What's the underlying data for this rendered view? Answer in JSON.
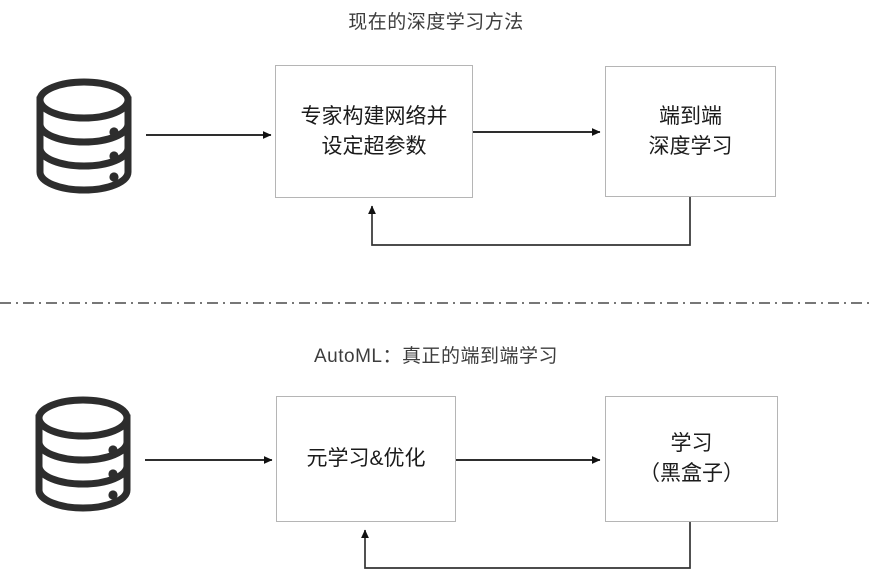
{
  "diagram": {
    "type": "flowchart",
    "background_color": "#ffffff",
    "line_color": "#1b1b1b",
    "box_border_color": "#b5b5b5",
    "title_color": "#3d3d3d",
    "divider": {
      "style": "dash-dot",
      "name": "section-divider"
    },
    "sections": [
      {
        "id": "current",
        "title": "现在的深度学习方法",
        "data_source": {
          "icon": "database-icon",
          "tiers": 3
        },
        "nodes": [
          {
            "id": "expert",
            "label": "专家构建网络并\n设定超参数"
          },
          {
            "id": "e2e",
            "label": "端到端\n深度学习"
          }
        ],
        "edges": [
          {
            "from": "database",
            "to": "expert",
            "kind": "arrow"
          },
          {
            "from": "expert",
            "to": "e2e",
            "kind": "arrow"
          },
          {
            "from": "e2e",
            "to": "expert",
            "kind": "feedback-arrow"
          }
        ]
      },
      {
        "id": "automl",
        "title": "AutoML：真正的端到端学习",
        "data_source": {
          "icon": "database-icon",
          "tiers": 3
        },
        "nodes": [
          {
            "id": "meta",
            "label": "元学习&优化"
          },
          {
            "id": "blackbox",
            "label": "学习\n（黑盒子）"
          }
        ],
        "edges": [
          {
            "from": "database",
            "to": "meta",
            "kind": "arrow"
          },
          {
            "from": "meta",
            "to": "blackbox",
            "kind": "arrow"
          },
          {
            "from": "blackbox",
            "to": "meta",
            "kind": "feedback-arrow"
          }
        ]
      }
    ]
  }
}
